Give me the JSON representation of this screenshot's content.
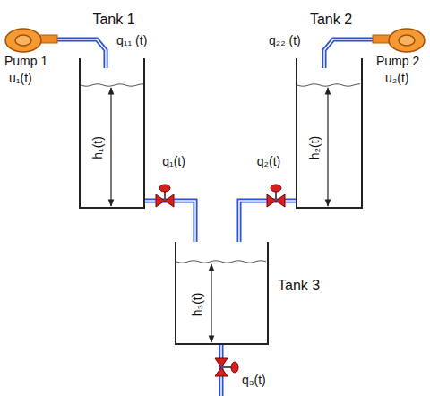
{
  "diagram": {
    "nodes": [
      {
        "text": [
          "Tank 1",
          "h₁(t)"
        ]
      },
      {
        "text": [
          "Tank 2",
          "h₂(t)"
        ]
      },
      {
        "text": [
          "Tank 3",
          "h₃(t)"
        ]
      }
    ],
    "edges": [
      {
        "from": 0,
        "to": 2,
        "arrow": "none",
        "label": "q₁(t)"
      },
      {
        "from": 1,
        "to": 2,
        "arrow": "none",
        "label": "q₂(t)"
      }
    ],
    "labels": [
      "Pump 1",
      "u₁(t)",
      "q₁₁ (t)",
      "q₂₂ (t)",
      "Pump 2",
      "u₂(t)",
      "q₃(t)"
    ]
  }
}
